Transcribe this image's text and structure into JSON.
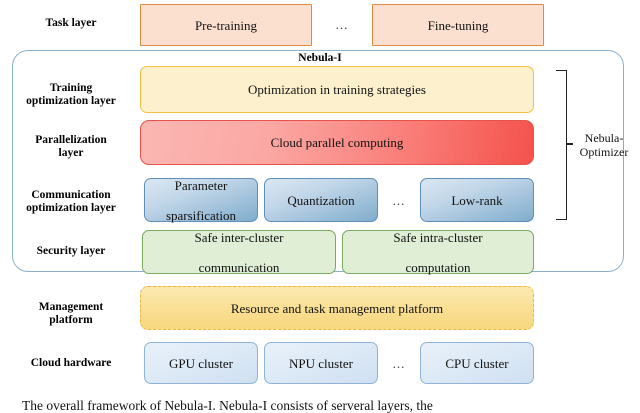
{
  "figure": {
    "container_label": "Nebula-I",
    "bracket_label": "Nebula-Optimizer",
    "ellipsis": "...",
    "caption": "The overall framework of Nebula-I. Nebula-I consists of serveral layers, the"
  },
  "rows": {
    "task": {
      "label": "Task layer",
      "boxes": [
        {
          "text": "Pre-training"
        },
        {
          "text": "Fine-tuning"
        }
      ]
    },
    "training": {
      "label": "Training\noptimization layer",
      "label_line1": "Training",
      "label_line2": "optimization layer",
      "boxes": [
        {
          "text": "Optimization in training strategies"
        }
      ]
    },
    "parallelization": {
      "label_line1": "Parallelization",
      "label_line2": "layer",
      "boxes": [
        {
          "text": "Cloud parallel computing"
        }
      ]
    },
    "communication": {
      "label_line1": "Communication",
      "label_line2": "optimization layer",
      "boxes": [
        {
          "line1": "Parameter",
          "line2": "sparsification"
        },
        {
          "line1": "Quantization",
          "line2": ""
        },
        {
          "line1": "Low-rank",
          "line2": ""
        }
      ]
    },
    "security": {
      "label": "Security layer",
      "boxes": [
        {
          "line1": "Safe inter-cluster",
          "line2": "communication"
        },
        {
          "line1": "Safe intra-cluster",
          "line2": "computation"
        }
      ]
    },
    "management": {
      "label_line1": "Management",
      "label_line2": "platform",
      "boxes": [
        {
          "text": "Resource and task management platform"
        }
      ]
    },
    "hardware": {
      "label": "Cloud hardware",
      "boxes": [
        {
          "text": "GPU cluster"
        },
        {
          "text": "NPU cluster"
        },
        {
          "text": "CPU cluster"
        }
      ]
    }
  },
  "colors": {
    "task_fill": "#fbe0cf",
    "task_border": "#e08a43",
    "yellow_fill": "#fcf0cd",
    "yellow_border": "#f0c040",
    "red_border": "#e8524c",
    "blue_border": "#5d8fb8",
    "green_fill": "#dfeed5",
    "green_border": "#7aaa5e",
    "mgmt_border": "#efb741",
    "hardware_border": "#8fb4d6",
    "container_border": "#8ab0cf"
  }
}
